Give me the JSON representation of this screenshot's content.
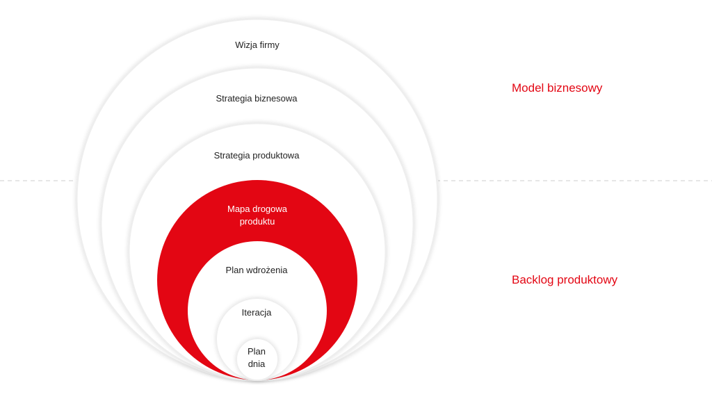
{
  "colors": {
    "accent": "#e30613",
    "ring": "#eeeeee",
    "divider": "#cccccc",
    "text": "#222222"
  },
  "levels": [
    {
      "label": "Wizja firmy"
    },
    {
      "label": "Strategia biznesowa"
    },
    {
      "label": "Strategia produktowa"
    },
    {
      "label": "Mapa drogowa produktu"
    },
    {
      "label": "Plan wdrożenia"
    },
    {
      "label": "Iteracja"
    },
    {
      "label": "Plan dnia"
    }
  ],
  "groups": {
    "top": {
      "label": "Model biznesowy"
    },
    "bottom": {
      "label": "Backlog produktowy"
    }
  }
}
